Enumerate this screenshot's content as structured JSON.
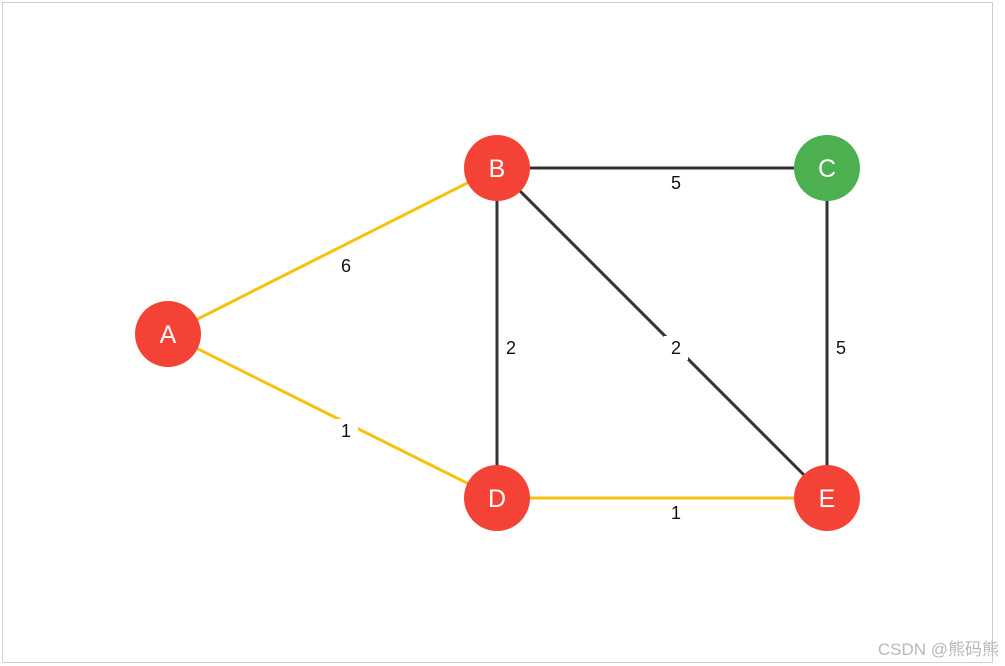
{
  "graph": {
    "nodes": [
      {
        "id": "A",
        "label": "A",
        "color": "#f44336"
      },
      {
        "id": "B",
        "label": "B",
        "color": "#f44336"
      },
      {
        "id": "C",
        "label": "C",
        "color": "#4caf50"
      },
      {
        "id": "D",
        "label": "D",
        "color": "#f44336"
      },
      {
        "id": "E",
        "label": "E",
        "color": "#f44336"
      }
    ],
    "edges": [
      {
        "from": "A",
        "to": "B",
        "weight": "6",
        "highlighted": true
      },
      {
        "from": "A",
        "to": "D",
        "weight": "1",
        "highlighted": true
      },
      {
        "from": "B",
        "to": "C",
        "weight": "5",
        "highlighted": false
      },
      {
        "from": "B",
        "to": "D",
        "weight": "2",
        "highlighted": false
      },
      {
        "from": "B",
        "to": "E",
        "weight": "2",
        "highlighted": false
      },
      {
        "from": "C",
        "to": "E",
        "weight": "5",
        "highlighted": false
      },
      {
        "from": "D",
        "to": "E",
        "weight": "1",
        "highlighted": true
      }
    ],
    "colors": {
      "highlighted_edge": "#f5c211",
      "default_edge": "#333333",
      "node_text": "#ffffff"
    }
  },
  "watermark": "CSDN @熊码熊"
}
